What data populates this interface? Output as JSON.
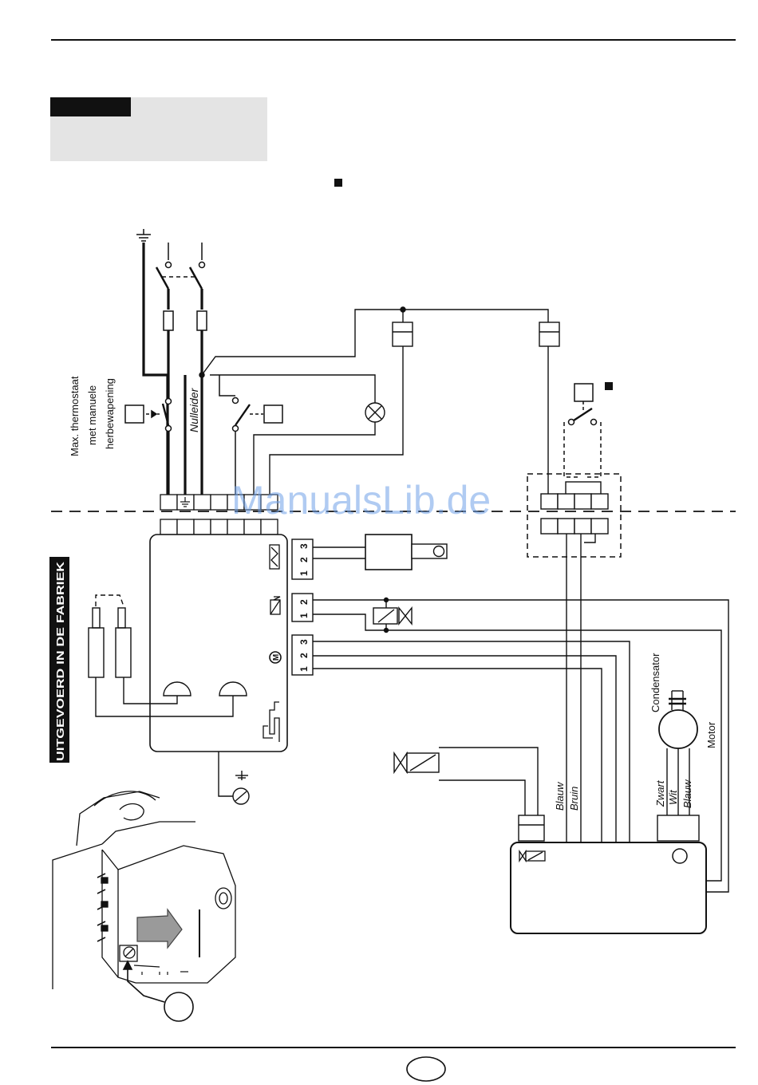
{
  "watermark": "ManualsLib.de",
  "side_banner": "UITGEVOERD IN DE FABRIEK",
  "thermostat_label": [
    "Max. thermostaat",
    "met manuele",
    "herbewapening"
  ],
  "neutral_label": "Nulleider",
  "terminal_numbers": {
    "block_a": [
      "1",
      "2",
      "3"
    ],
    "block_b": [
      "1",
      "2"
    ],
    "block_c": [
      "1",
      "2",
      "3"
    ]
  },
  "motor_symbol": "M",
  "wire_colors_left": [
    "Blauw",
    "Bruin"
  ],
  "wire_colors_right": [
    "Zwart",
    "Wit",
    "Blauw"
  ],
  "capacitor_label": "Condensator",
  "motor_label": "Motor",
  "colors": {
    "ink": "#111111",
    "shade": "#e4e4e4",
    "watermark": "#6fa1e8"
  }
}
